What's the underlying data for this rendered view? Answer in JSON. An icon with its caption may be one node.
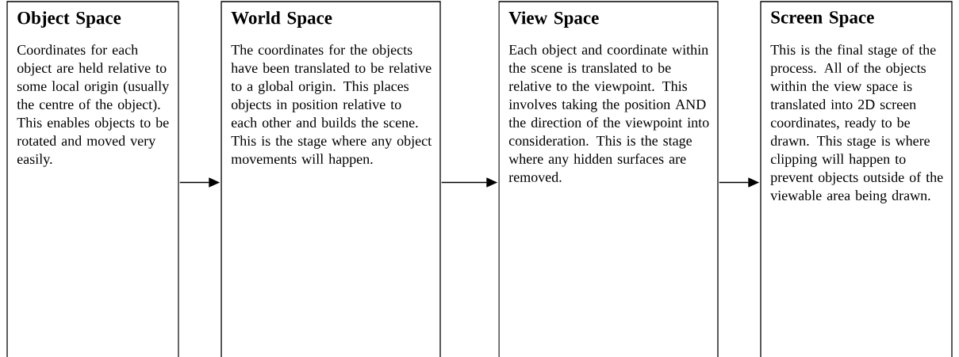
{
  "diagram": {
    "nodes": [
      {
        "text": [
          "Object Space",
          "Coordinates for each object are held relative to some local origin (usually the centre of the object). This enables objects to be rotated and moved very easily."
        ]
      },
      {
        "text": [
          "World Space",
          "The coordinates for the objects have been translated to be relative to a global origin. This places objects in position relative to each other and builds the scene. This is the stage where any object movements will happen."
        ]
      },
      {
        "text": [
          "View Space",
          "Each object and coordinate within the scene is translated to be relative to the viewpoint. This involves taking the position AND the direction of the viewpoint into consideration. This is the stage where any hidden surfaces are removed."
        ]
      },
      {
        "text": [
          "Screen Space",
          "This is the final stage of the process. All of the objects within the view space is translated into 2D screen coordinates, ready to be drawn. This stage is where clipping will happen to prevent objects outside of the viewable area being drawn."
        ]
      }
    ],
    "edges": [
      {
        "from": 0,
        "to": 1,
        "arrow": "to"
      },
      {
        "from": 1,
        "to": 2,
        "arrow": "to"
      },
      {
        "from": 2,
        "to": 3,
        "arrow": "to"
      }
    ]
  }
}
